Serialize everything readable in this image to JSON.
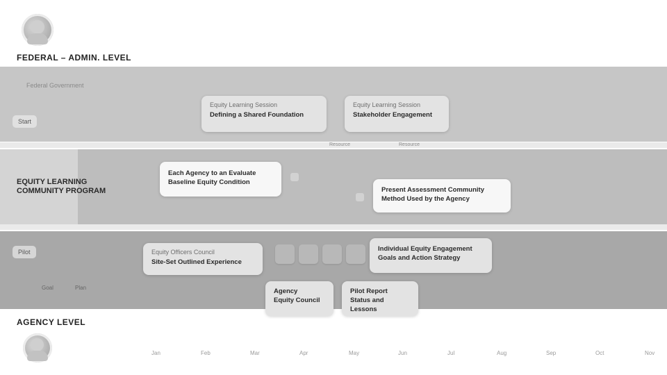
{
  "header": {
    "federal_title": "FEDERAL – ADMIN. LEVEL",
    "agency_title": "AGENCY LEVEL"
  },
  "top_band": {
    "section_label": "Federal Government",
    "side_tag": "Start",
    "card_a": {
      "sub": "Equity Learning Session",
      "main": "Defining a Shared Foundation"
    },
    "card_b": {
      "sub": "Equity Learning Session",
      "main": "Stakeholder Engagement"
    },
    "small_a": "Resource",
    "small_b": "Resource"
  },
  "middle_band": {
    "program_label": "EQUITY LEARNING COMMUNITY PROGRAM",
    "card_a": {
      "main": "Each Agency to an Evaluate Baseline Equity Condition"
    },
    "card_b": {
      "main": "Present Assessment Community Method Used by the Agency"
    }
  },
  "bottom_band": {
    "side_tag": "Pilot",
    "left_labels": [
      "Goal",
      "Plan"
    ],
    "card_a": {
      "sub": "Equity Officers Council",
      "main": "Site-Set Outlined Experience"
    },
    "card_b": {
      "main": "Individual Equity Engagement Goals and Action Strategy"
    },
    "card_c": {
      "sub": "Agency",
      "main": "Equity Council"
    },
    "card_d": {
      "sub": "Pilot Report",
      "main": "Status and Lessons"
    }
  },
  "timeline": {
    "labels": [
      "Jan",
      "Feb",
      "Mar",
      "Apr",
      "May",
      "Jun",
      "Jul",
      "Aug",
      "Sep",
      "Oct",
      "Nov"
    ]
  },
  "colors": {
    "band_top": "#c6c6c6",
    "band_mid": "#bdbdbd",
    "band_bottom": "#a8a8a8",
    "card": "#e3e3e3"
  }
}
